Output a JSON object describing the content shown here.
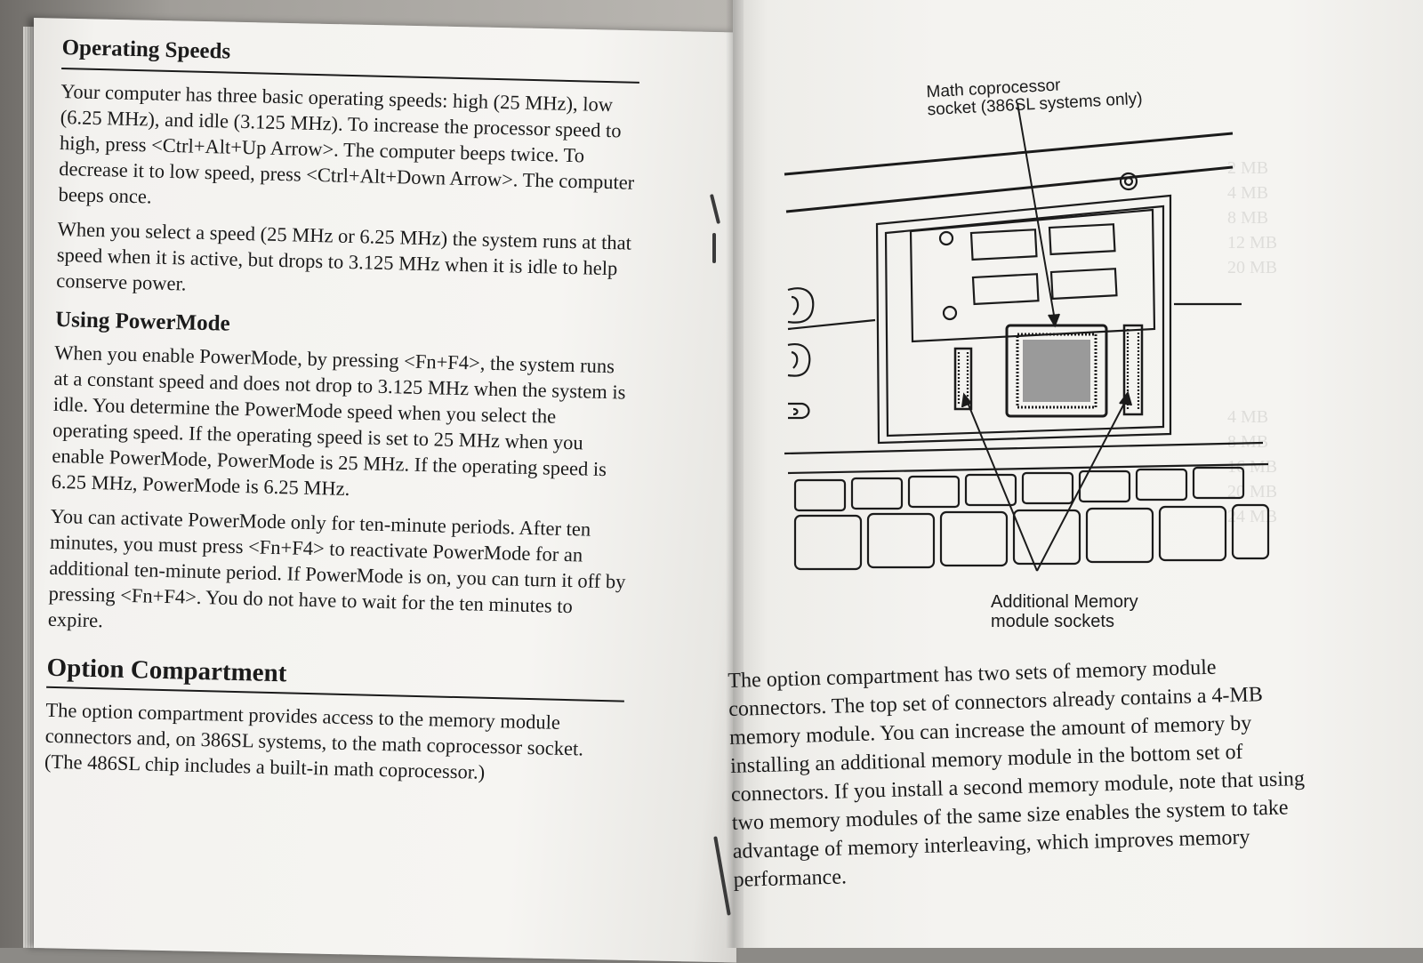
{
  "left_page": {
    "operating_speeds": {
      "heading": "Operating Speeds",
      "paragraphs": [
        "Your computer has three basic operating speeds: high (25 MHz), low (6.25 MHz), and idle (3.125 MHz). To increase the processor speed to high, press <Ctrl+Alt+Up Arrow>. The computer beeps twice. To decrease it to low speed, press <Ctrl+Alt+Down Arrow>. The computer beeps once.",
        "When you select a speed (25 MHz or 6.25 MHz) the system runs at that speed when it is active, but drops to 3.125 MHz when it is idle to help conserve power."
      ]
    },
    "powermode": {
      "heading": "Using PowerMode",
      "paragraphs": [
        "When you enable PowerMode, by pressing <Fn+F4>, the system runs at a constant speed and does not drop to 3.125 MHz when the system is idle. You determine the PowerMode speed when you select the operating speed. If the operating speed is set to 25 MHz when you enable PowerMode, PowerMode is 25 MHz. If the operating speed is 6.25 MHz, PowerMode is 6.25 MHz.",
        "You can activate PowerMode only for ten-minute periods. After ten minutes, you must press <Fn+F4> to reactivate PowerMode for an additional ten-minute period. If PowerMode is on, you can turn it off by pressing <Fn+F4>. You do not have to wait for the ten minutes to expire."
      ]
    },
    "option_compartment": {
      "heading": "Option Compartment",
      "paragraphs": [
        "The option compartment provides access to the memory module connectors and, on 386SL systems, to the math coprocessor socket. (The 486SL chip includes a built-in math coprocessor.)"
      ]
    }
  },
  "right_page": {
    "figure": {
      "callout_top_line1": "Math coprocessor",
      "callout_top_line2": "socket (386SL systems only)",
      "callout_bottom_line1": "Additional Memory",
      "callout_bottom_line2": "module sockets"
    },
    "paragraph": "The option compartment has two sets of memory module connectors. The top set of connectors already contains a 4-MB memory module. You can increase the amount of memory by installing an additional memory module in the bottom set of connectors. If you install a second memory module, note that using two memory modules of the same size enables the system to take advantage of memory interleaving, which improves memory performance."
  }
}
